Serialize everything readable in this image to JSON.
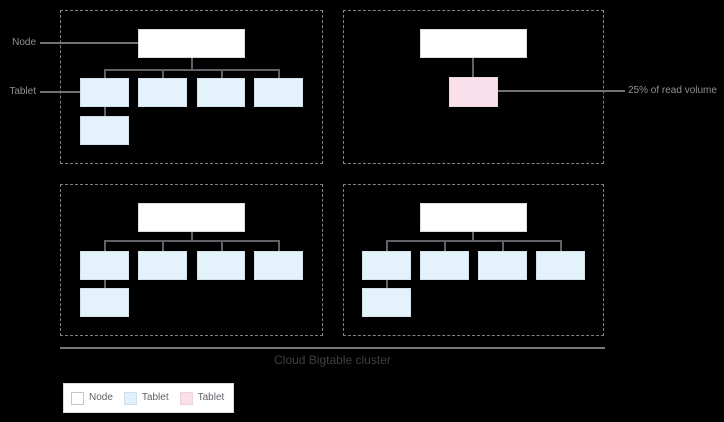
{
  "annotations": {
    "node_label": "Node",
    "tablet_label": "Tablet",
    "hot_tablet_label": "25% of read volume"
  },
  "cluster": {
    "label": "Cloud Bigtable cluster",
    "node_groups": [
      {
        "id": "node-group-1",
        "node": "Node",
        "tablets": [
          "tablet",
          "tablet",
          "tablet",
          "tablet",
          "tablet"
        ],
        "hot_tablets": 0
      },
      {
        "id": "node-group-2",
        "node": "Node",
        "tablets": [
          "hot-tablet"
        ],
        "hot_tablets": 1,
        "hot_tablet_note": "25% of read volume"
      },
      {
        "id": "node-group-3",
        "node": "Node",
        "tablets": [
          "tablet",
          "tablet",
          "tablet",
          "tablet",
          "tablet"
        ],
        "hot_tablets": 0
      },
      {
        "id": "node-group-4",
        "node": "Node",
        "tablets": [
          "tablet",
          "tablet",
          "tablet",
          "tablet",
          "tablet"
        ],
        "hot_tablets": 0
      }
    ]
  },
  "legend": {
    "items": [
      {
        "label": "Node",
        "swatch": "node",
        "color": "#ffffff"
      },
      {
        "label": "Tablet",
        "swatch": "tablet",
        "color": "#dff0fa"
      },
      {
        "label": "Tablet",
        "swatch": "hot-tablet",
        "color": "#fadee9"
      }
    ]
  },
  "palette": {
    "background": "#000000",
    "dashed_border": "#7f8488",
    "connector": "#5f6368",
    "leader_line": "#6f7376",
    "node_fill": "#ffffff",
    "node_border": "#dadce0",
    "tablet_fill": "#e4f2fb",
    "hot_tablet_fill": "#fae0ea",
    "annotation_text": "#8e9295",
    "cluster_text": "#3c4043",
    "legend_text": "#5f6368"
  }
}
